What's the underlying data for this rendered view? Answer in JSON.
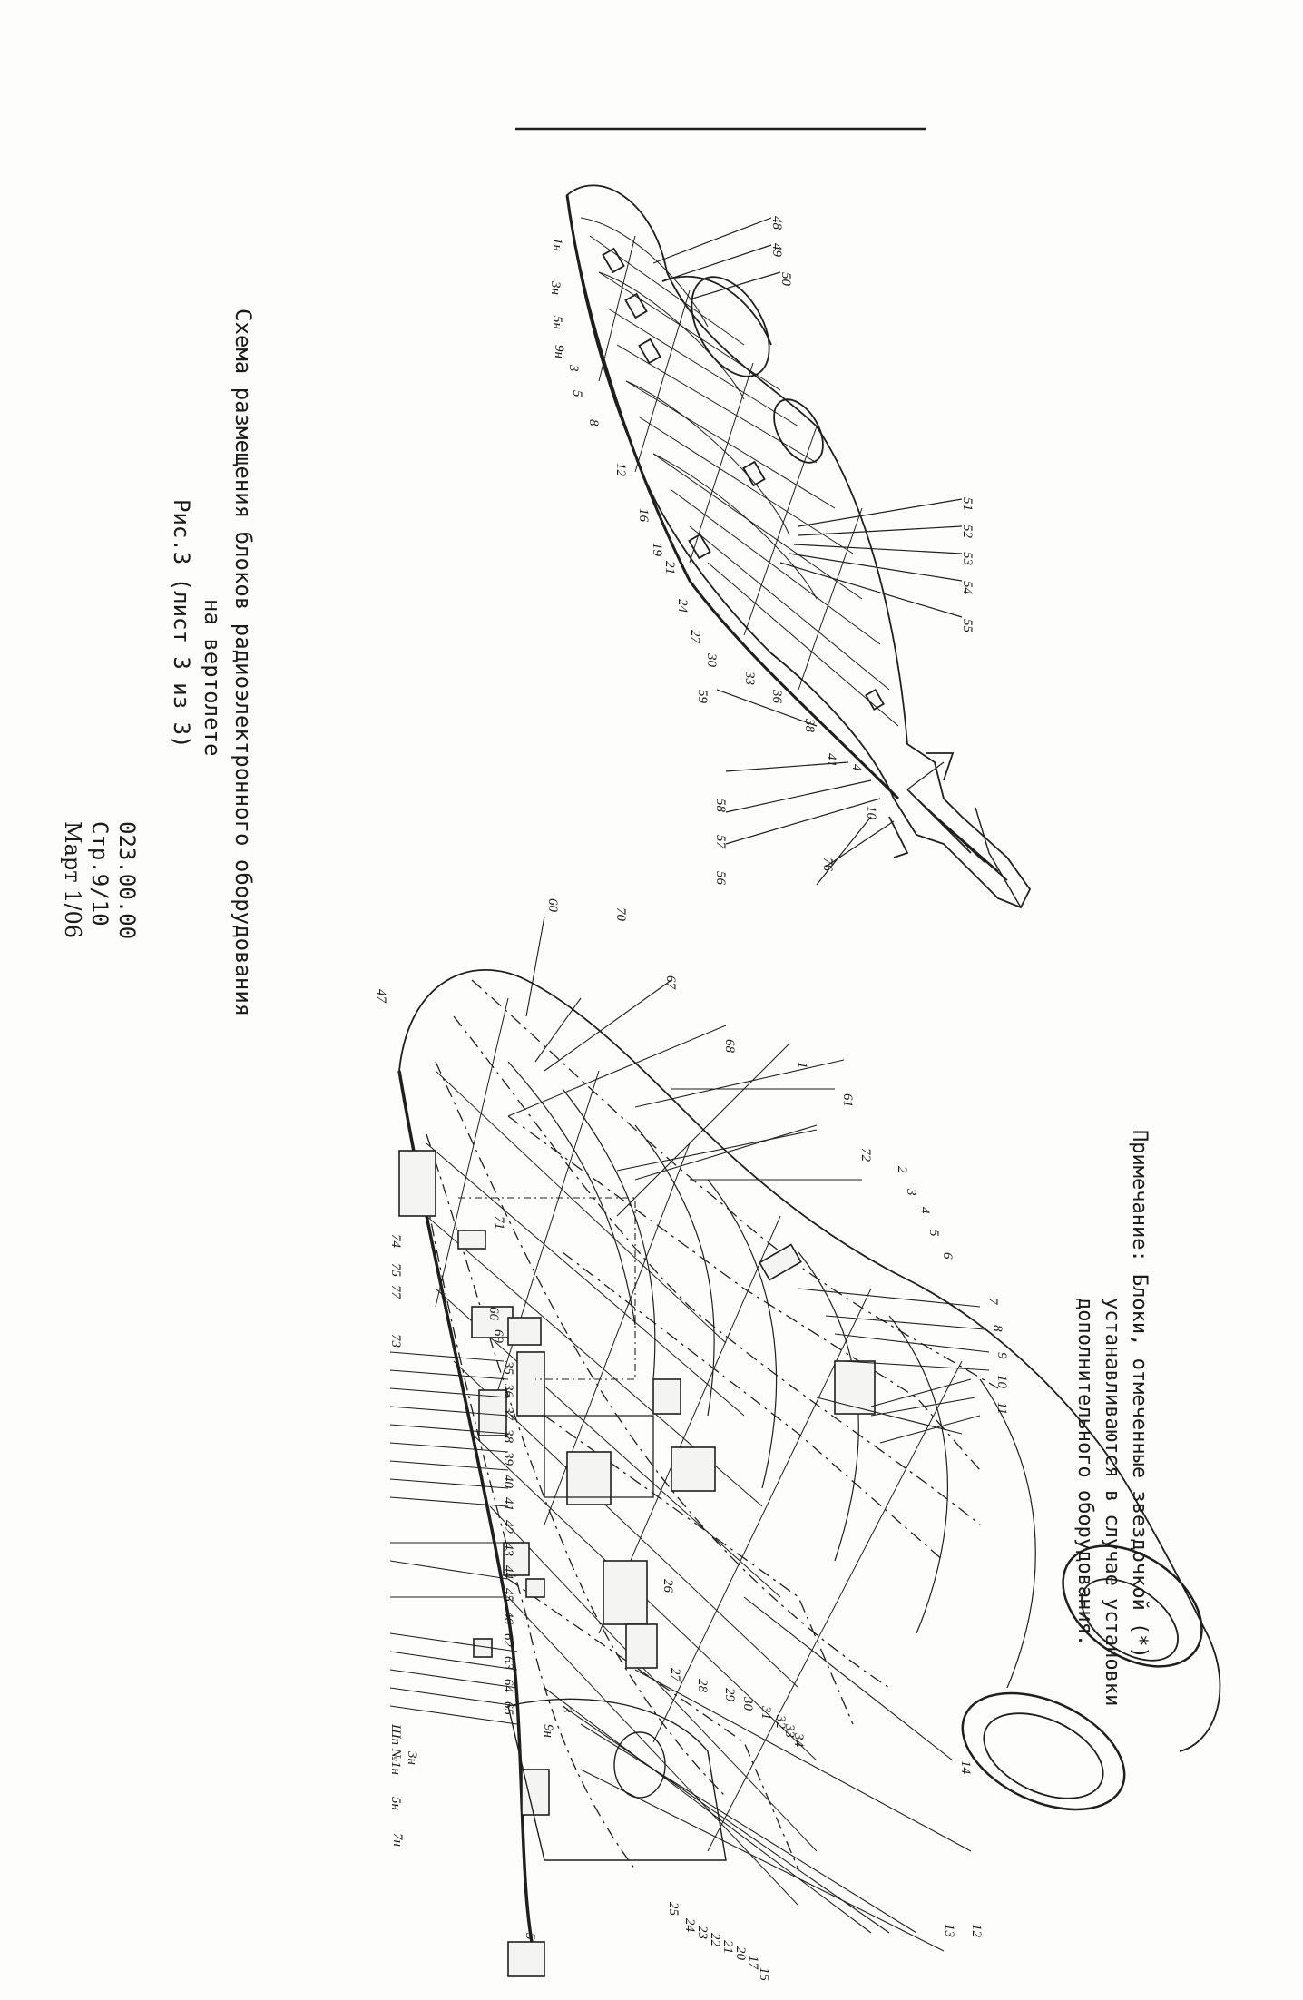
{
  "caption": {
    "title_line1": "Схема размещения блоков радиоэлектронного оборудования",
    "title_line2": "на вертолете",
    "figure_ref": "Рис.3    (лист 3 из 3)"
  },
  "document": {
    "code": "023.00.00",
    "page": "Стр.9/10",
    "date": "Март 1/06"
  },
  "note": {
    "line1": "Примечание: Блоки, отмеченные звездочкой (*)",
    "line2": "устанавливаются в случае установки",
    "line3": "дополнительного оборудования."
  },
  "top_callouts": [
    "48",
    "49",
    "50",
    "51",
    "52",
    "53",
    "54",
    "55",
    "56",
    "57",
    "58",
    "59",
    "1н",
    "3н",
    "5н",
    "9н",
    "3",
    "5",
    "8",
    "12",
    "16",
    "19",
    "21",
    "24",
    "27",
    "30",
    "33",
    "36",
    "38",
    "41",
    "4",
    "10",
    "76"
  ],
  "main_callouts": [
    "47",
    "70",
    "67",
    "60",
    "68",
    "1",
    "61",
    "72",
    "2",
    "3",
    "4",
    "5",
    "6",
    "7",
    "8",
    "9",
    "10",
    "11",
    "12",
    "13",
    "14",
    "15",
    "17",
    "20",
    "21",
    "22",
    "23",
    "24",
    "25",
    "26",
    "27",
    "28",
    "29",
    "30",
    "31",
    "32",
    "33",
    "34",
    "35",
    "36",
    "37",
    "38",
    "39",
    "40",
    "41",
    "42",
    "43",
    "44",
    "45",
    "46",
    "62",
    "63",
    "64",
    "65",
    "66",
    "69",
    "71",
    "73",
    "74",
    "75",
    "77",
    "Шп №1н",
    "3н",
    "5н",
    "7н",
    "9н",
    "3",
    "5"
  ]
}
